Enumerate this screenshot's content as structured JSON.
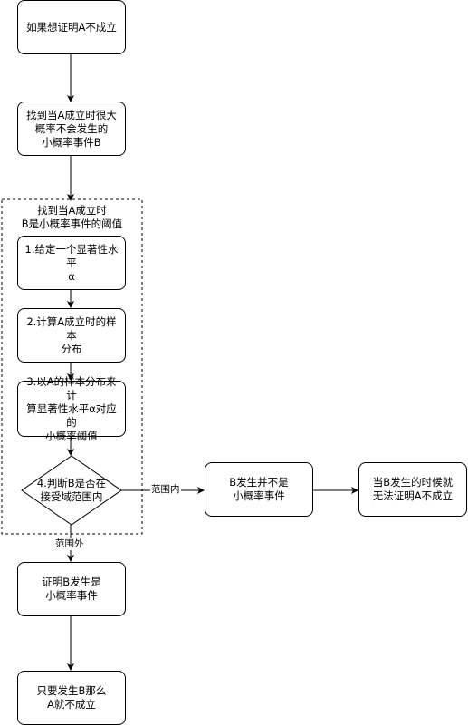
{
  "diagram": {
    "group": {
      "label": "找到当A成立时\nB是小概率事件的阈值"
    },
    "nodes": {
      "start": "如果想证明A不成立",
      "find_event": "找到当A成立时很大概率不会发生的\n小概率事件B",
      "step1": "1.给定一个显著性水平\nα",
      "step2": "2.计算A成立时的样本\n分布",
      "step3": "3.以A的样本分布来计\n算显著性水平α对应的\n小概率阈值",
      "step4": "4.判断B是否在\n接受域范围内",
      "not_small": "B发生并不是\n小概率事件",
      "cannot_prove": "当B发生的时候就\n无法证明A不成立",
      "is_small": "证明B发生是\n小概率事件",
      "conclusion": "只要发生B那么\nA就不成立"
    },
    "edge_labels": {
      "inside": "范围内",
      "outside": "范围外"
    }
  }
}
